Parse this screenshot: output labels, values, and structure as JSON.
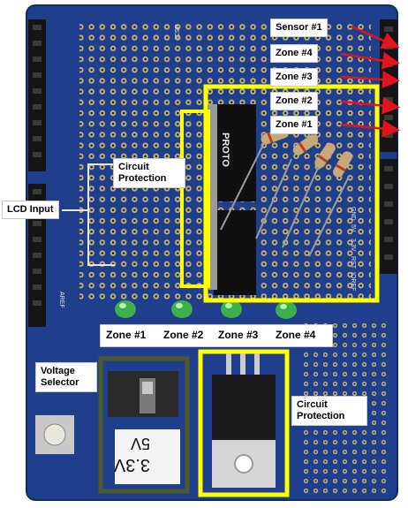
{
  "labels": {
    "sensor_1": "Sensor #1",
    "zone_4": "Zone #4",
    "zone_3": "Zone #3",
    "zone_2": "Zone #2",
    "zone_1": "Zone #1",
    "circuit_protection_top": "Circuit Protection",
    "lcd_input": "LCD Input",
    "voltage_selector": "Voltage Selector",
    "circuit_protection_bottom": "Circuit Protection"
  },
  "zone_row": [
    "Zone #1",
    "Zone #2",
    "Zone #3",
    "Zone #4"
  ],
  "board_text": {
    "proto": "PROTO",
    "icsp": "ICSP",
    "voltage_5v": "5V",
    "voltage_33v": "3.3V",
    "pin_labels": [
      "GND",
      "5V",
      "3.3V",
      "RST",
      "IOREF"
    ],
    "left_label": "AREF"
  },
  "colors": {
    "board_blue": "#1f3f8c",
    "highlight_yellow": "#ffff00",
    "selector_green": "#4a5a28",
    "header_black": "#151515",
    "led_green": "#3fae4c",
    "arrow_red": "#e0141e"
  },
  "icons": [
    "arrow-icon",
    "led-icon",
    "resistor-icon",
    "push-button-icon",
    "voltage-regulator-icon"
  ]
}
